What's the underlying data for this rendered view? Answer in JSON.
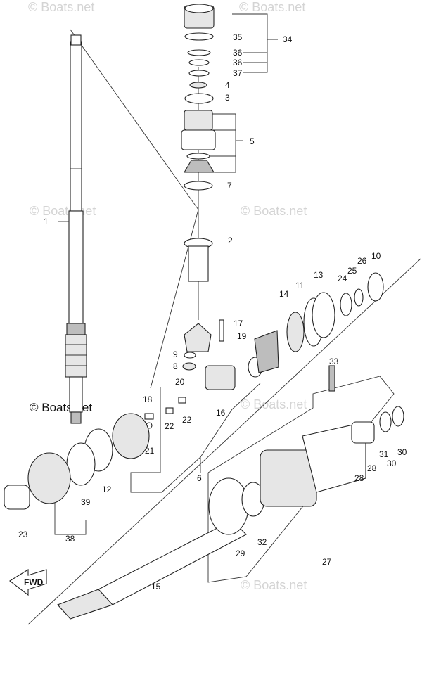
{
  "watermarks": [
    "© Boats.net",
    "© Boats.net",
    "© Boats.net",
    "© Boats.net",
    "© Boats.net",
    "© Boats.net"
  ],
  "credit": "© Boats.net",
  "fwd_label": "FWD",
  "callouts": [
    "1",
    "2",
    "3",
    "4",
    "5",
    "6",
    "7",
    "8",
    "9",
    "10",
    "11",
    "12",
    "13",
    "14",
    "15",
    "16",
    "17",
    "18",
    "19",
    "20",
    "21",
    "22",
    "22",
    "23",
    "24",
    "25",
    "26",
    "27",
    "28",
    "28",
    "29",
    "30",
    "30",
    "31",
    "32",
    "33",
    "34",
    "35",
    "36",
    "36",
    "37",
    "38",
    "39"
  ]
}
